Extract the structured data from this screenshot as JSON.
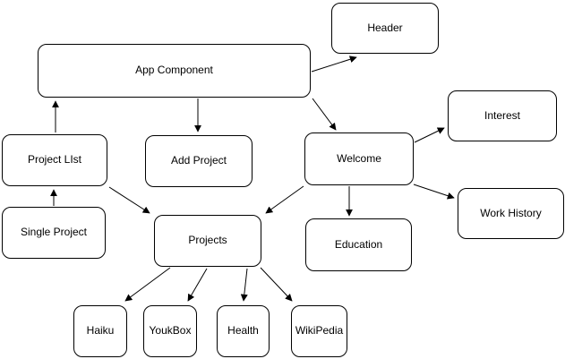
{
  "diagram": {
    "type": "component-flowchart",
    "colors": {
      "node_fill": "#ffffff",
      "node_stroke": "#000000",
      "text": "#000000",
      "arrow": "#000000",
      "background": "#ffffff"
    },
    "nodes": [
      {
        "id": "app-component",
        "label": "App Component"
      },
      {
        "id": "header",
        "label": "Header"
      },
      {
        "id": "project-list",
        "label": "Project LIst"
      },
      {
        "id": "add-project",
        "label": "Add Project"
      },
      {
        "id": "welcome",
        "label": "Welcome"
      },
      {
        "id": "interest",
        "label": "Interest"
      },
      {
        "id": "single-project",
        "label": "Single Project"
      },
      {
        "id": "projects",
        "label": "Projects"
      },
      {
        "id": "education",
        "label": "Education"
      },
      {
        "id": "work-history",
        "label": "Work History"
      },
      {
        "id": "haiku",
        "label": "Haiku"
      },
      {
        "id": "youkbox",
        "label": "YoukBox"
      },
      {
        "id": "health",
        "label": "Health"
      },
      {
        "id": "wikipedia",
        "label": "WikiPedia"
      }
    ],
    "edges": [
      {
        "from": "project-list",
        "to": "app-component"
      },
      {
        "from": "app-component",
        "to": "add-project"
      },
      {
        "from": "app-component",
        "to": "header"
      },
      {
        "from": "app-component",
        "to": "welcome"
      },
      {
        "from": "single-project",
        "to": "project-list"
      },
      {
        "from": "project-list",
        "to": "projects"
      },
      {
        "from": "welcome",
        "to": "interest"
      },
      {
        "from": "welcome",
        "to": "education"
      },
      {
        "from": "welcome",
        "to": "work-history"
      },
      {
        "from": "welcome",
        "to": "projects"
      },
      {
        "from": "projects",
        "to": "haiku"
      },
      {
        "from": "projects",
        "to": "youkbox"
      },
      {
        "from": "projects",
        "to": "health"
      },
      {
        "from": "projects",
        "to": "wikipedia"
      }
    ]
  }
}
